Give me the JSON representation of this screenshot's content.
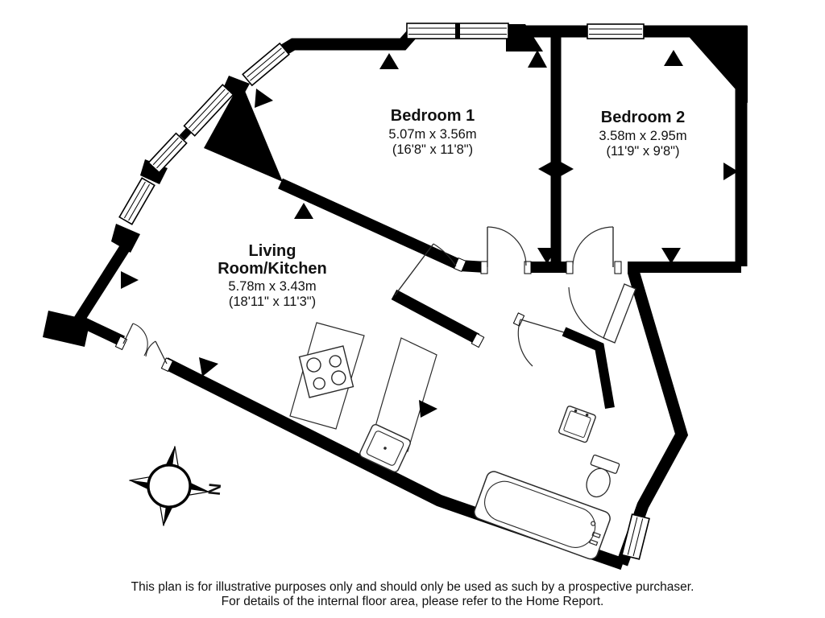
{
  "rooms": {
    "bedroom1": {
      "name": "Bedroom 1",
      "metric": "5.07m x 3.56m",
      "imperial": "(16'8\" x 11'8\")"
    },
    "bedroom2": {
      "name": "Bedroom 2",
      "metric": "3.58m x 2.95m",
      "imperial": "(11'9\" x 9'8\")"
    },
    "living": {
      "name_line1": "Living",
      "name_line2": "Room/Kitchen",
      "metric": "5.78m x 3.43m",
      "imperial": "(18'11\" x 11'3\")"
    }
  },
  "compass": {
    "north_label": "N"
  },
  "footer": {
    "line1": "This plan is for illustrative purposes only and should only be used as such by a prospective purchaser.",
    "line2": "For details of the internal floor area, please refer to the Home Report."
  },
  "colors": {
    "wall": "#000000",
    "background": "#ffffff"
  }
}
